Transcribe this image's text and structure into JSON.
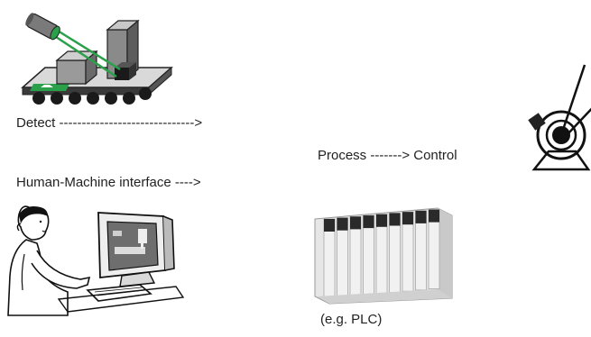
{
  "labels": {
    "detect": "Detect ------------------------------>",
    "hmi": "Human-Machine interface ---->",
    "process_control": "Process -------> Control",
    "plc_example": "(e.g. PLC)"
  },
  "icons": {
    "detect": "conveyor-sensor-icon",
    "hmi": "operator-computer-icon",
    "control": "motor-valve-icon",
    "plc": "plc-rack-icon"
  }
}
